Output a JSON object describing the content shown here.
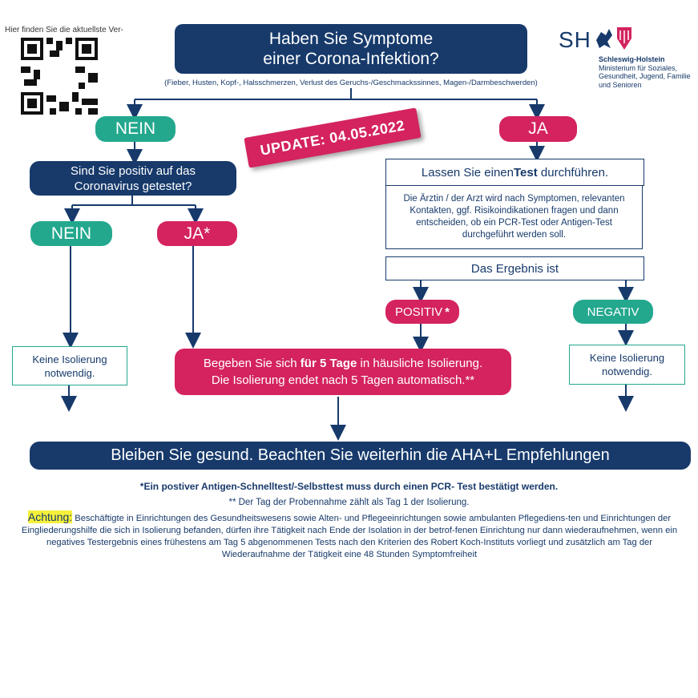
{
  "qr_caption": "Hier finden Sie die aktuellste Ver-",
  "logo": {
    "mark": "SH",
    "line1": "Schleswig-Holstein",
    "line2": "Ministerium für Soziales,",
    "line3": "Gesundheit, Jugend, Familie",
    "line4": "und Senioren"
  },
  "question": {
    "line1": "Haben Sie Symptome",
    "line2": "einer Corona-Infektion?",
    "symptoms": "(Fieber, Husten, Kopf-, Halsschmerzen, Verlust des Geruchs-/Geschmackssinnes, Magen-/Darmbeschwerden)"
  },
  "update_badge": "UPDATE: 04.05.2022",
  "left": {
    "nein": "NEIN",
    "tested_q_line1": "Sind Sie positiv auf das",
    "tested_q_line2": "Coronavirus getestet?",
    "nein2": "NEIN",
    "ja2": "JA*",
    "no_isolation_line1": "Keine Isolierung",
    "no_isolation_line2": "notwendig."
  },
  "right": {
    "ja": "JA",
    "test_pre": "Lassen Sie einen ",
    "test_bold": "Test",
    "test_post": " durchführen.",
    "doctor_text": "Die Ärztin / der Arzt wird nach Symptomen, relevanten Kontakten, ggf. Risikoindikationen fragen und dann entscheiden, ob ein PCR-Test oder Antigen-Test durchgeführt werden soll.",
    "result": "Das Ergebnis ist",
    "positiv": "POSITIV",
    "positiv_star": "*",
    "negativ": "NEGATIV",
    "no_isolation_line1": "Keine Isolierung",
    "no_isolation_line2": "notwendig."
  },
  "isolation": {
    "pre": "Begeben Sie sich ",
    "bold": "für 5 Tage",
    "post": " in häusliche Isolierung.",
    "line2": "Die Isolierung endet nach 5 Tagen automatisch.**"
  },
  "bottom_bar": "Bleiben Sie gesund. Beachten Sie weiterhin die AHA+L Empfehlungen",
  "footnote1": "*Ein postiver Antigen-Schnelltest/-Selbsttest muss durch einen PCR- Test bestätigt werden.",
  "footnote2": "** Der Tag der Probennahme zählt als Tag 1 der Isolierung.",
  "achtung_label": "Achtung:",
  "achtung_text": " Beschäftigte in Einrichtungen des Gesundheitswesens sowie Alten- und Pflegeeinrichtungen sowie ambulanten Pflegediens-ten und Einrichtungen der Eingliederungshilfe die sich in Isolierung befanden, dürfen ihre Tätigkeit nach Ende der Isolation in der betrof-fenen Einrichtung nur dann wiederaufnehmen, wenn ein negatives Testergebnis eines frühestens am Tag 5 abgenommenen Tests nach den Kriterien des Robert Koch-Instituts vorliegt und zusätzlich am Tag der Wiederaufnahme der Tätigkeit eine 48 Stunden Symptomfreiheit",
  "colors": {
    "navy": "#173a6b",
    "teal": "#23a88e",
    "pink": "#d4235f",
    "highlight": "#f5f03a"
  }
}
